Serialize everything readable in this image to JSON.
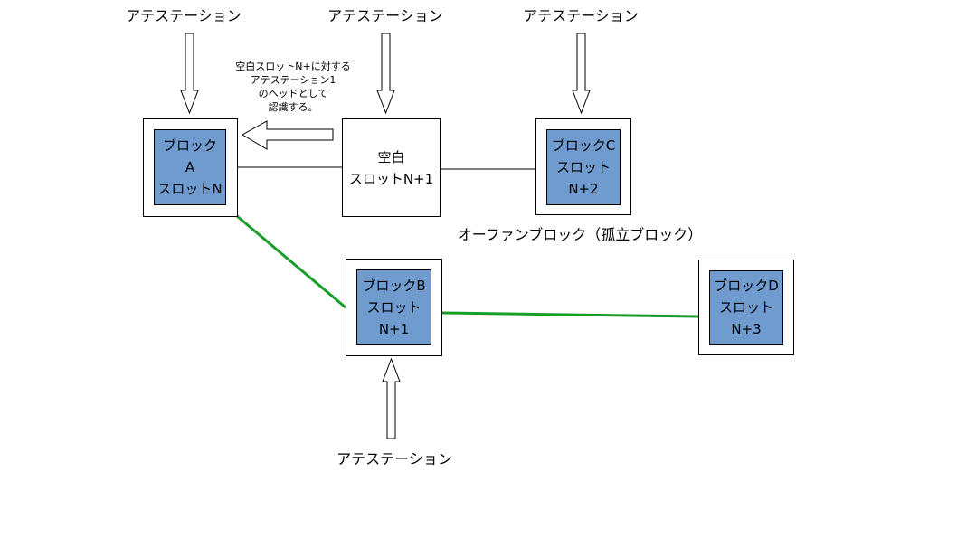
{
  "attestation_label": "アテステーション",
  "note": [
    "空白スロットN+に対する",
    "アテステーション1",
    "のヘッドとして",
    "認識する。"
  ],
  "blocks": {
    "a": [
      "ブロック",
      "A",
      "スロットN"
    ],
    "empty": [
      "空白",
      "スロットN+1"
    ],
    "c": [
      "ブロックC",
      "スロット",
      "N+2"
    ],
    "b": [
      "ブロックB",
      "スロット",
      "N+1"
    ],
    "d": [
      "ブロックD",
      "スロット",
      "N+3"
    ]
  },
  "orphan_label": "オーファンブロック（孤立ブロック）",
  "colors": {
    "block_fill": "#6f9bcf",
    "chain_line": "#1a9e2a"
  }
}
